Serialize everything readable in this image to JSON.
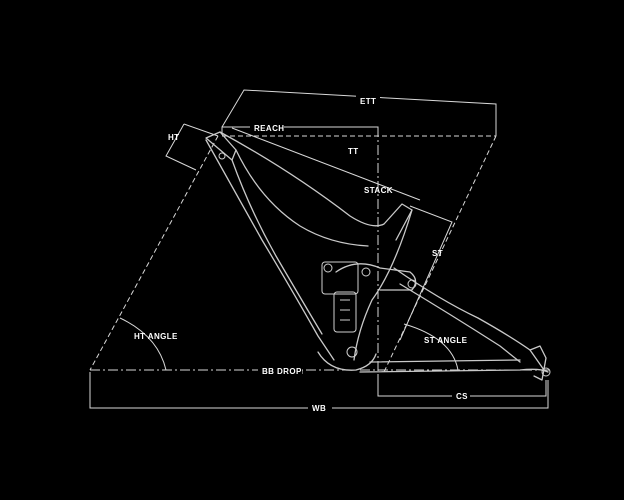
{
  "labels": {
    "ett": "ETT",
    "reach": "REACH",
    "ht": "HT",
    "tt": "TT",
    "stack": "STACK",
    "st": "ST",
    "ht_angle": "HT ANGLE",
    "st_angle": "ST ANGLE",
    "bb_drop": "BB DROP",
    "cs": "CS",
    "wb": "WB"
  },
  "colors": {
    "background": "#000000",
    "lines": "#d8d8d8",
    "text": "#ffffff"
  }
}
